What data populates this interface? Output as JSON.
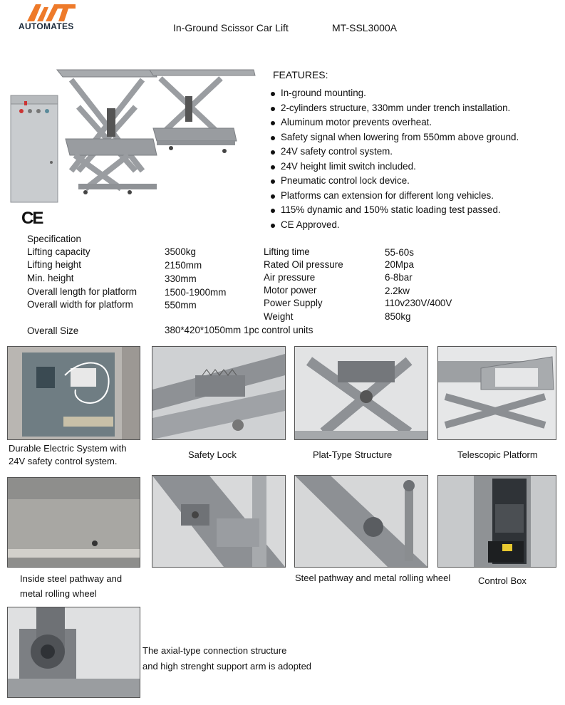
{
  "header": {
    "brand": "AUTOMATES",
    "title": "In-Ground Scissor Car Lift",
    "model": "MT-SSL3000A"
  },
  "colors": {
    "brand_orange": "#ee7a2a",
    "lift_gray": "#9a9da1",
    "text": "#111111"
  },
  "ce_mark": "CE",
  "features": {
    "heading": "FEATURES:",
    "items": [
      "In-ground mounting.",
      "2-cylinders structure, 330mm under trench installation.",
      "Aluminum motor prevents overheat.",
      "Safety signal when lowering from 550mm above ground.",
      "24V safety control system.",
      "24V height limit switch included.",
      "Pneumatic control lock device.",
      "Platforms can extension for different long vehicles.",
      "115% dynamic and 150% static loading test passed.",
      "CE Approved."
    ]
  },
  "specification": {
    "heading": "Specification",
    "left": [
      {
        "label": "Lifting capacity",
        "value": "3500kg"
      },
      {
        "label": "Lifting height",
        "value": "2150mm"
      },
      {
        "label": "Min. height",
        "value": "330mm"
      },
      {
        "label": "Overall length for platform",
        "value": "1500-1900mm"
      },
      {
        "label": "Overall width for platform",
        "value": "550mm"
      }
    ],
    "right": [
      {
        "label": "Lifting time",
        "value": "55-60s"
      },
      {
        "label": "Rated Oil pressure",
        "value": "20Mpa"
      },
      {
        "label": "Air pressure",
        "value": "6-8bar"
      },
      {
        "label": "Motor power",
        "value": "2.2kw"
      },
      {
        "label": "Power Supply",
        "value": "110v230V/400V"
      },
      {
        "label": "Weight",
        "value": "850kg"
      }
    ],
    "overall": {
      "label": "Overall Size",
      "value": "380*420*1050mm 1pc control units"
    }
  },
  "gallery": {
    "electric": [
      "Durable Electric System with",
      "24V safety control system."
    ],
    "safety_lock": "Safety Lock",
    "plat_type": "Plat-Type Structure",
    "telescopic": "Telescopic Platform",
    "inside_pathway": [
      "Inside steel pathway and",
      "metal rolling wheel"
    ],
    "steel_pathway": "Steel pathway and metal rolling wheel",
    "control_box": "Control Box",
    "axial": [
      "The axial-type connection structure",
      "and high strenght support arm is adopted"
    ]
  }
}
